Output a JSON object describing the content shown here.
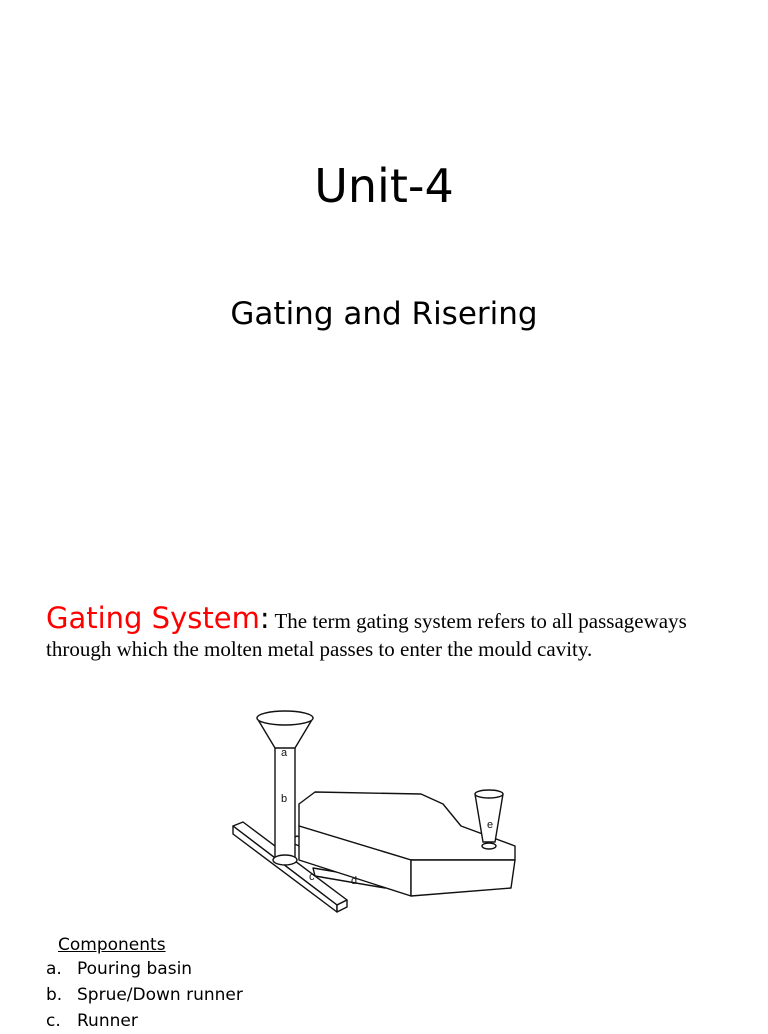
{
  "slide1": {
    "title": "Unit-4",
    "subtitle": "Gating and Risering"
  },
  "slide2": {
    "heading": "Gating  System",
    "colon": ":",
    "intro_text": " The term gating system refers to all passageways through which the molten metal passes to enter the mould cavity.",
    "figure_labels": {
      "a": "a",
      "b": "b",
      "c": "c",
      "d": "d",
      "e": "e"
    },
    "components_title": "Components",
    "components": [
      {
        "letter": "a.",
        "text": "Pouring basin"
      },
      {
        "letter": "b.",
        "text": "Sprue/Down runner"
      },
      {
        "letter": "c.",
        "text": "Runner"
      }
    ]
  }
}
